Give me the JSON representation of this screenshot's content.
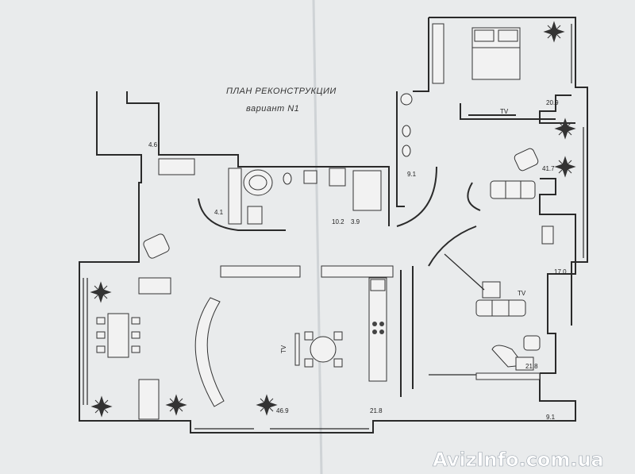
{
  "title": {
    "line1": "ПЛАН РЕКОНСТРУКЦИИ",
    "line2": "вариант N1"
  },
  "areas": [
    {
      "id": "hall",
      "text": "4.6"
    },
    {
      "id": "corridor",
      "text": "4.1"
    },
    {
      "id": "bath",
      "text": "10.2"
    },
    {
      "id": "laundry",
      "text": "3.9"
    },
    {
      "id": "hall2",
      "text": "9.1"
    },
    {
      "id": "bedroom",
      "text": "20.9"
    },
    {
      "id": "lounge",
      "text": "41.7"
    },
    {
      "id": "study",
      "text": "17.0"
    },
    {
      "id": "cabinet",
      "text": "21.8"
    },
    {
      "id": "living",
      "text": "46.9"
    },
    {
      "id": "kitchen",
      "text": "21.8"
    },
    {
      "id": "terrace",
      "text": "9.1"
    }
  ],
  "tv_labels": [
    "TV",
    "TV",
    "TV"
  ],
  "watermark": "AvizInfo.com.ua"
}
